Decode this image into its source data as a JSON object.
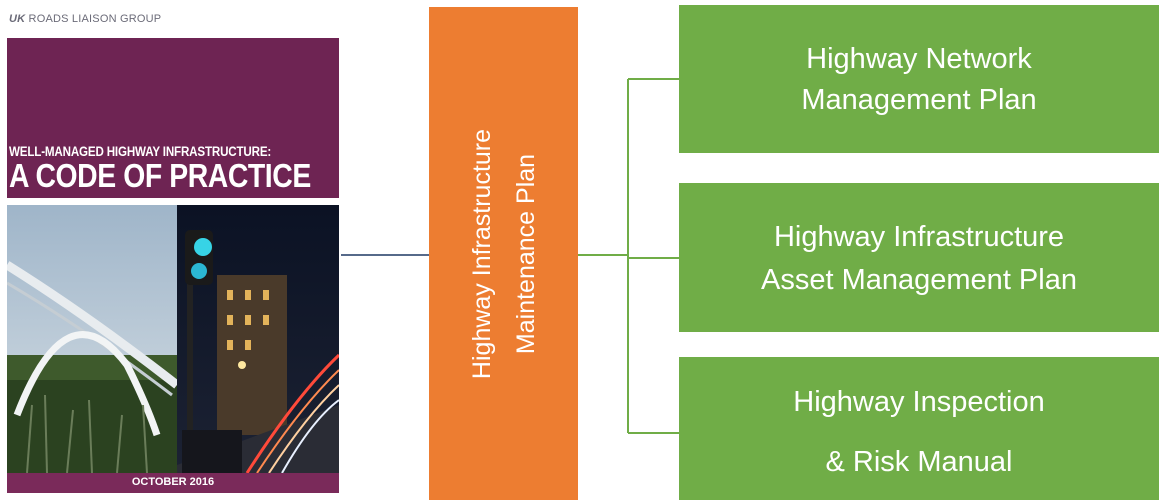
{
  "cover": {
    "org_prefix": "UK",
    "org_rest": " ROADS LIAISON GROUP",
    "subtitle": "WELL-MANAGED HIGHWAY INFRASTRUCTURE:",
    "title": "A CODE OF PRACTICE",
    "date": "OCTOBER 2016"
  },
  "center": {
    "line1": "Highway Infrastructure",
    "line2": "Maintenance Plan"
  },
  "boxes": [
    {
      "line1": "Highway Network",
      "line2": "Management Plan"
    },
    {
      "line1": "Highway Infrastructure",
      "line2": "Asset Management Plan"
    },
    {
      "line1": "Highway Inspection",
      "line2": "& Risk Manual"
    }
  ],
  "colors": {
    "center_box": "#ed7d31",
    "plan_boxes": "#70ad47",
    "cover_band": "#6e2453",
    "connector_left": "#1f3864",
    "connector_right": "#70ad47"
  }
}
